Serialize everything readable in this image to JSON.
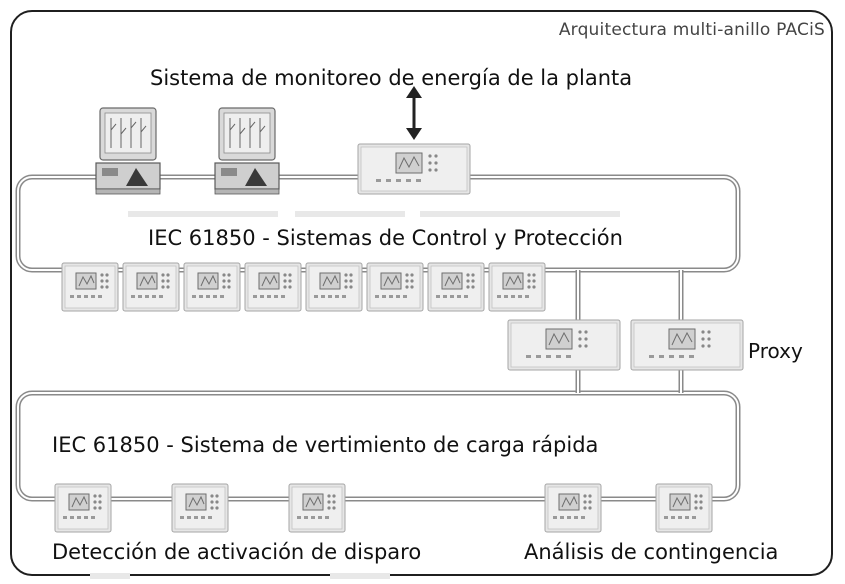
{
  "title": "Arquitectura multi-anillo PACiS",
  "labels": {
    "monitoring": "Sistema de monitoreo de energía de la planta",
    "ring1": "IEC 61850 - Sistemas de Control y Protección",
    "proxy": "Proxy",
    "ring2": "IEC 61850 - Sistema de vertimiento de carga rápida",
    "trip_detection": "Detección de activación de disparo",
    "contingency": "Análisis de contingencia"
  },
  "icons": {
    "workstation": "computer-workstation-icon",
    "relay": "protection-relay-icon",
    "arrow": "double-arrow-icon"
  }
}
